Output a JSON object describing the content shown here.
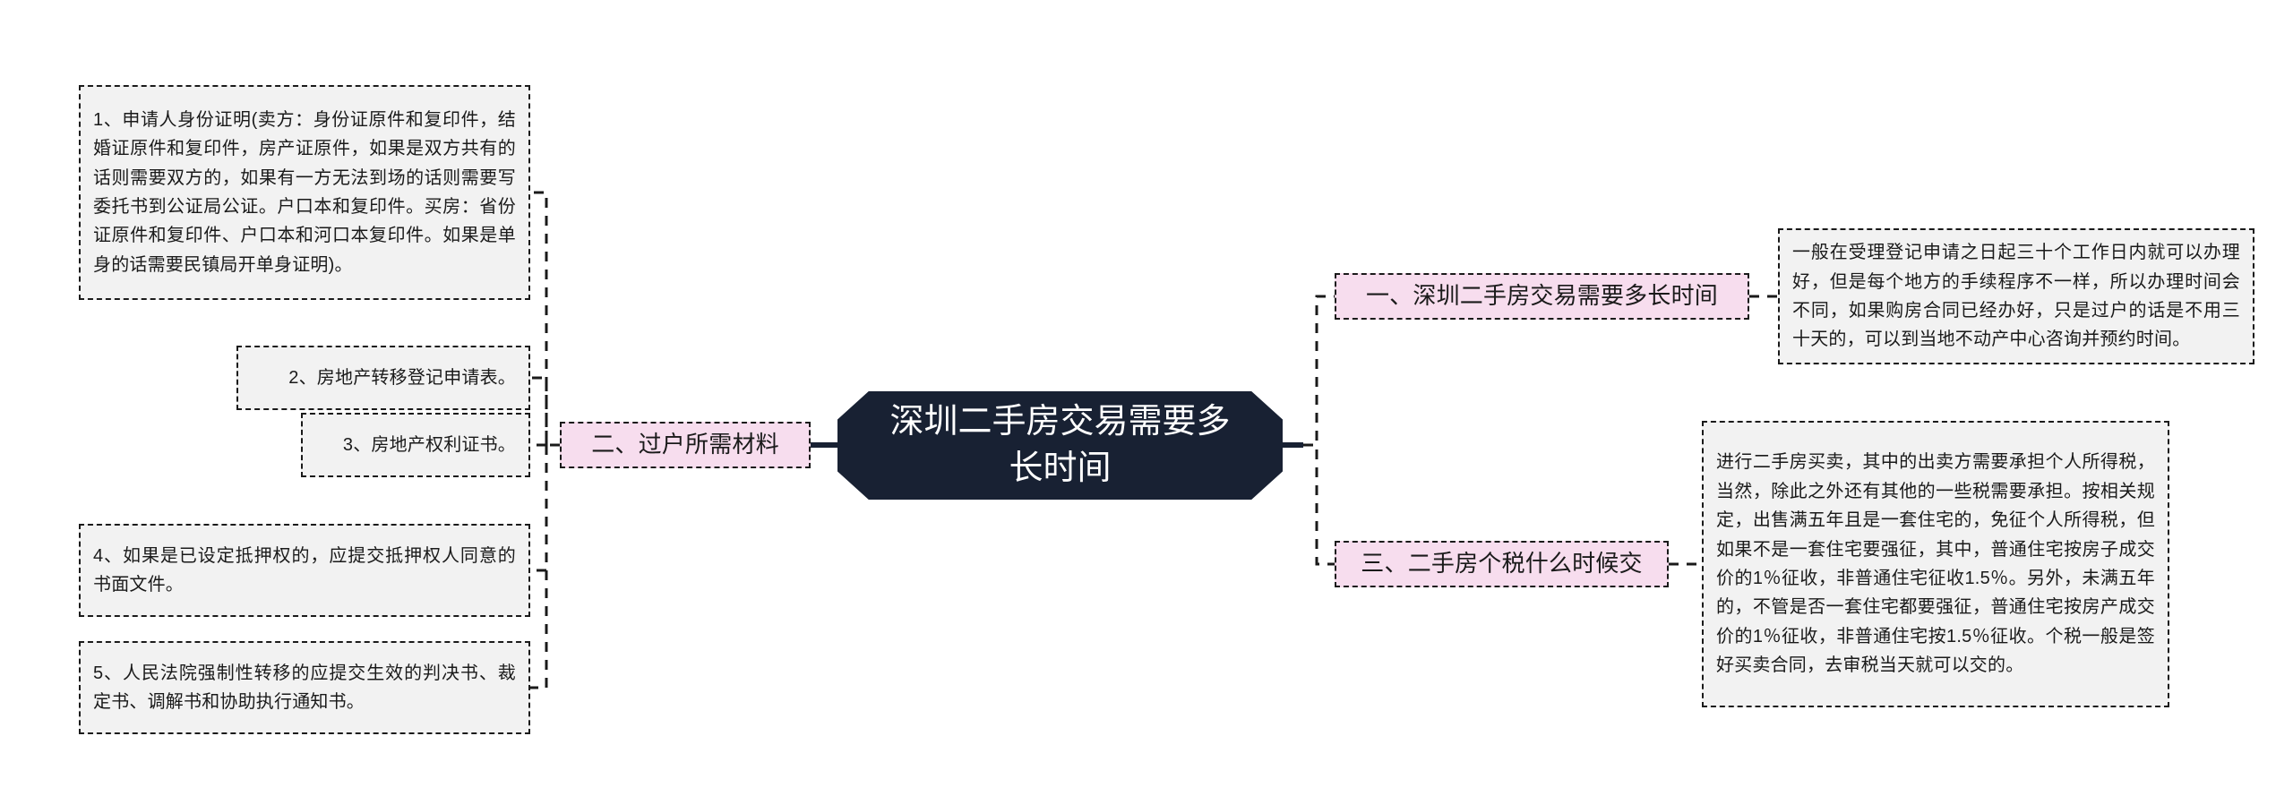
{
  "root": {
    "title": "深圳二手房交易需要多长时间",
    "fill_color": "#182133",
    "text_color": "#ffffff"
  },
  "theme": {
    "branch_fill": "#f7ddee",
    "leaf_fill": "#f2f2f2",
    "stroke": "#1a1a1a",
    "page_background": "#ffffff"
  },
  "branches": [
    {
      "id": "branch-1",
      "label": "一、深圳二手房交易需要多长时间",
      "side": "right",
      "leaves": [
        {
          "id": "leaf-1-1",
          "text": "一般在受理登记申请之日起三十个工作日内就可以办理好，但是每个地方的手续程序不一样，所以办理时间会不同，如果购房合同已经办好，只是过户的话是不用三十天的，可以到当地不动产中心咨询并预约时间。"
        }
      ]
    },
    {
      "id": "branch-2",
      "label": "二、过户所需材料",
      "side": "left",
      "leaves": [
        {
          "id": "leaf-2-1",
          "text": "1、申请人身份证明(卖方：身份证原件和复印件，结婚证原件和复印件，房产证原件，如果是双方共有的话则需要双方的，如果有一方无法到场的话则需要写委托书到公证局公证。户口本和复印件。买房：省份证原件和复印件、户口本和河口本复印件。如果是单身的话需要民镇局开单身证明)。"
        },
        {
          "id": "leaf-2-2",
          "text": "2、房地产转移登记申请表。",
          "align": "right"
        },
        {
          "id": "leaf-2-3",
          "text": "3、房地产权利证书。",
          "align": "right"
        },
        {
          "id": "leaf-2-4",
          "text": "4、如果是已设定抵押权的，应提交抵押权人同意的书面文件。"
        },
        {
          "id": "leaf-2-5",
          "text": "5、人民法院强制性转移的应提交生效的判决书、裁定书、调解书和协助执行通知书。"
        }
      ]
    },
    {
      "id": "branch-3",
      "label": "三、二手房个税什么时候交",
      "side": "right",
      "leaves": [
        {
          "id": "leaf-3-1",
          "text": "进行二手房买卖，其中的出卖方需要承担个人所得税，当然，除此之外还有其他的一些税需要承担。按相关规定，出售满五年且是一套住宅的，免征个人所得税，但如果不是一套住宅要强征，其中，普通住宅按房子成交价的1％征收，非普通住宅征收1.5％。另外，未满五年的，不管是否一套住宅都要强征，普通住宅按房产成交价的1％征收，非普通住宅按1.5％征收。个税一般是签好买卖合同，去审税当天就可以交的。"
        }
      ]
    }
  ]
}
